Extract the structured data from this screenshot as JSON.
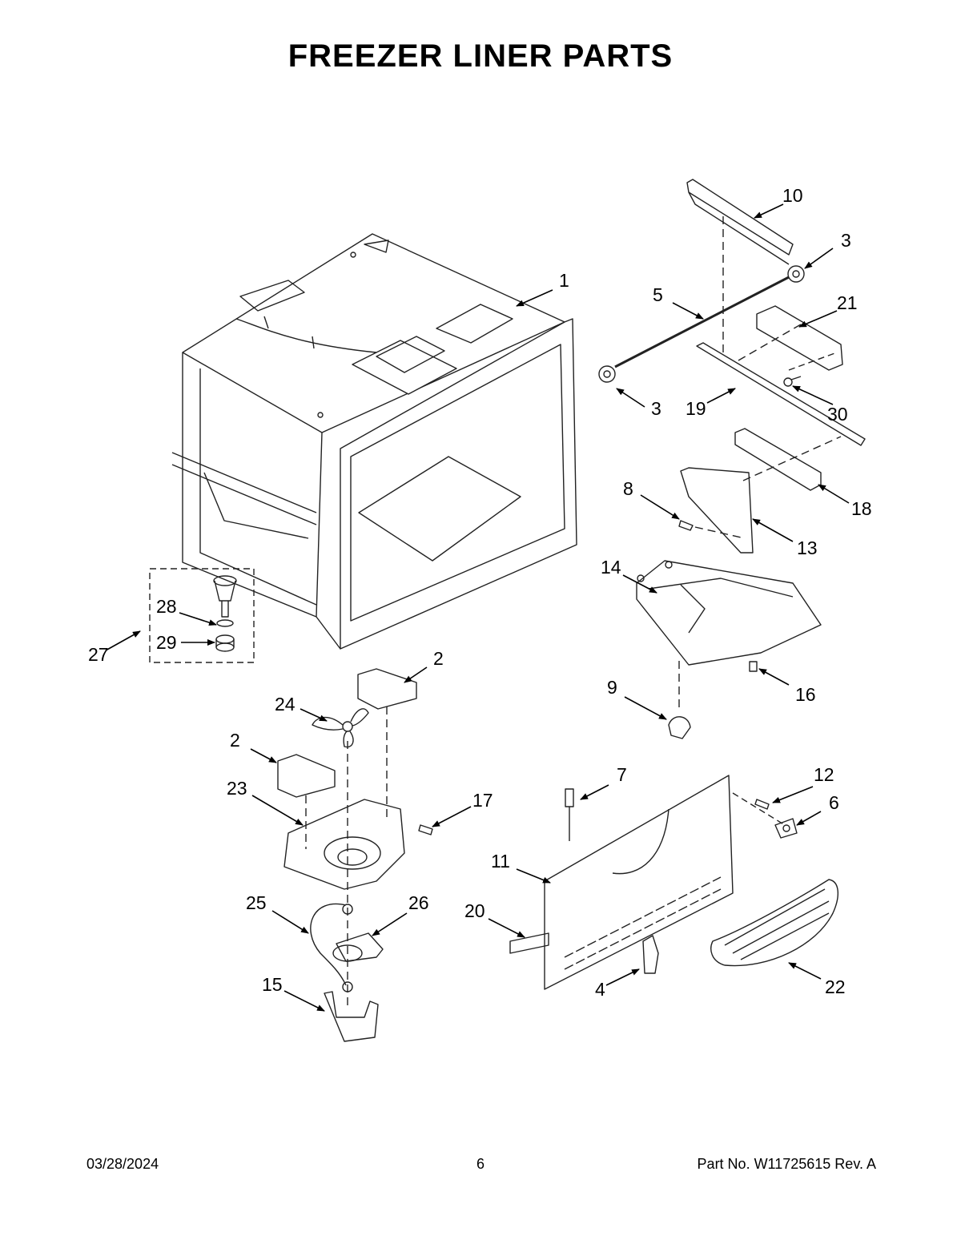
{
  "title": "FREEZER LINER PARTS",
  "callouts": [
    {
      "id": "c1",
      "label": "1"
    },
    {
      "id": "c2a",
      "label": "2"
    },
    {
      "id": "c2b",
      "label": "2"
    },
    {
      "id": "c3a",
      "label": "3"
    },
    {
      "id": "c3b",
      "label": "3"
    },
    {
      "id": "c4",
      "label": "4"
    },
    {
      "id": "c5",
      "label": "5"
    },
    {
      "id": "c6",
      "label": "6"
    },
    {
      "id": "c7",
      "label": "7"
    },
    {
      "id": "c8",
      "label": "8"
    },
    {
      "id": "c9",
      "label": "9"
    },
    {
      "id": "c10",
      "label": "10"
    },
    {
      "id": "c11",
      "label": "11"
    },
    {
      "id": "c12",
      "label": "12"
    },
    {
      "id": "c13",
      "label": "13"
    },
    {
      "id": "c14",
      "label": "14"
    },
    {
      "id": "c15",
      "label": "15"
    },
    {
      "id": "c16",
      "label": "16"
    },
    {
      "id": "c17",
      "label": "17"
    },
    {
      "id": "c18",
      "label": "18"
    },
    {
      "id": "c19",
      "label": "19"
    },
    {
      "id": "c20",
      "label": "20"
    },
    {
      "id": "c21",
      "label": "21"
    },
    {
      "id": "c22",
      "label": "22"
    },
    {
      "id": "c23",
      "label": "23"
    },
    {
      "id": "c24",
      "label": "24"
    },
    {
      "id": "c25",
      "label": "25"
    },
    {
      "id": "c26",
      "label": "26"
    },
    {
      "id": "c27",
      "label": "27"
    },
    {
      "id": "c28",
      "label": "28"
    },
    {
      "id": "c29",
      "label": "29"
    },
    {
      "id": "c30",
      "label": "30"
    }
  ],
  "footer": {
    "date": "03/28/2024",
    "page": "6",
    "part_no": "Part No.  W11725615  Rev.  A"
  }
}
